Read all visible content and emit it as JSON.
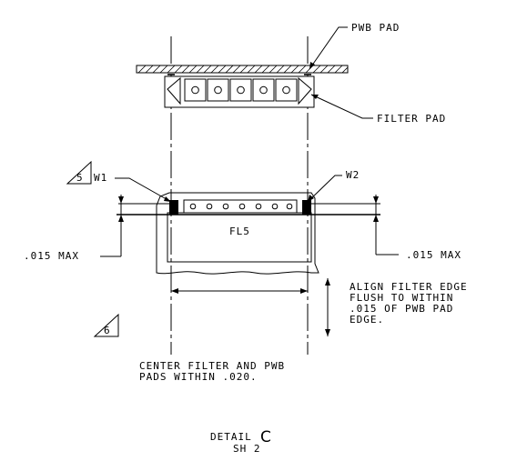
{
  "labels": {
    "pwb_pad": "PWB PAD",
    "filter_pad": "FILTER PAD",
    "w1": "W1",
    "w2": "W2",
    "fl5": "FL5",
    "max_left": ".015 MAX",
    "max_right": ".015 MAX",
    "note5": "5",
    "note6": "6",
    "align_note": [
      "ALIGN FILTER EDGE",
      "FLUSH TO WITHIN",
      ".015 OF PWB PAD",
      "EDGE."
    ],
    "center_note": [
      "CENTER FILTER AND PWB",
      "PADS WITHIN .020."
    ],
    "detail_word": "DETAIL",
    "detail_letter": "C",
    "sheet": "SH 2"
  }
}
